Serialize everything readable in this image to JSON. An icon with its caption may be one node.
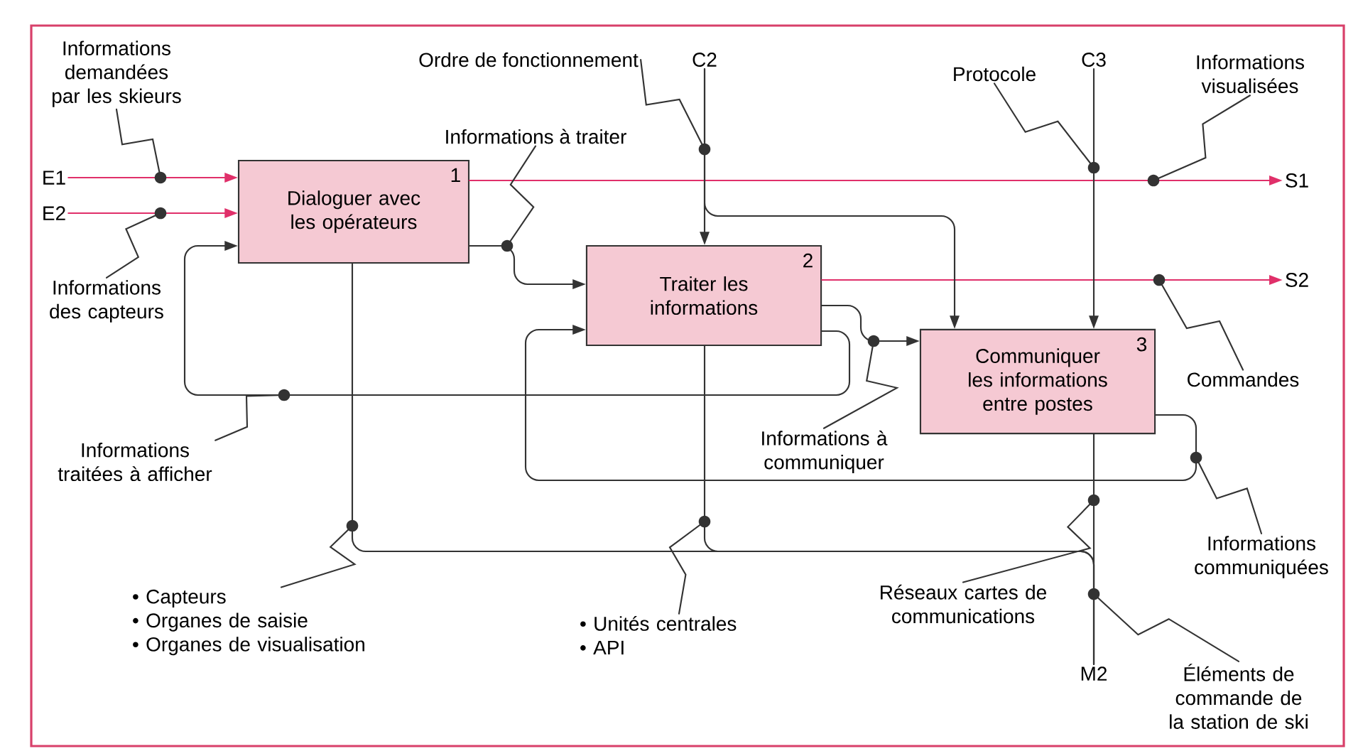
{
  "diagram": {
    "nodes": [
      {
        "text": [
          "Dialoguer avec les opérateurs",
          "1"
        ]
      },
      {
        "text": [
          "Traiter les informations",
          "2"
        ]
      },
      {
        "text": [
          "Communiquer les informations entre postes",
          "3"
        ]
      },
      {
        "text": [
          "E1"
        ]
      },
      {
        "text": [
          "E2"
        ]
      },
      {
        "text": [
          "S1"
        ]
      },
      {
        "text": [
          "S2"
        ]
      },
      {
        "text": [
          "C2"
        ]
      },
      {
        "text": [
          "C3"
        ]
      },
      {
        "text": [
          "M2"
        ]
      },
      {
        "text": [
          "Informations demandées par les skieurs"
        ]
      },
      {
        "text": [
          "Informations des capteurs"
        ]
      },
      {
        "text": [
          "Informations à traiter"
        ]
      },
      {
        "text": [
          "Ordre de fonctionnement"
        ]
      },
      {
        "text": [
          "Protocole"
        ]
      },
      {
        "text": [
          "Informations visualisées"
        ]
      },
      {
        "text": [
          "Commandes"
        ]
      },
      {
        "text": [
          "Informations à communiquer"
        ]
      },
      {
        "text": [
          "Informations traitées à afficher"
        ]
      },
      {
        "text": [
          "Informations communiquées"
        ]
      },
      {
        "text": [
          "• Capteurs",
          "• Organes de saisie",
          "• Organes de visualisation"
        ]
      },
      {
        "text": [
          "• Unités centrales",
          "• API"
        ]
      },
      {
        "text": [
          "Réseaux cartes de communications"
        ]
      },
      {
        "text": [
          "Éléments de commande de la station de ski"
        ]
      }
    ],
    "edges": [
      {
        "from": 3,
        "to": 0,
        "arrow": "to",
        "color": "#e0306a"
      },
      {
        "from": 4,
        "to": 0,
        "arrow": "to",
        "color": "#e0306a"
      },
      {
        "from": 0,
        "to": 5,
        "arrow": "to",
        "color": "#e0306a"
      },
      {
        "from": 0,
        "to": 1,
        "arrow": "to"
      },
      {
        "from": 1,
        "to": 6,
        "arrow": "to",
        "color": "#e0306a"
      },
      {
        "from": 1,
        "to": 2,
        "arrow": "to"
      },
      {
        "from": 1,
        "to": 0,
        "arrow": "to"
      },
      {
        "from": 2,
        "to": 1,
        "arrow": "to"
      },
      {
        "from": 7,
        "to": 1,
        "arrow": "to"
      },
      {
        "from": 7,
        "to": 2,
        "arrow": "to"
      },
      {
        "from": 8,
        "to": 2,
        "arrow": "to"
      },
      {
        "from": 9,
        "to": 0,
        "arrow": "none"
      },
      {
        "from": 9,
        "to": 1,
        "arrow": "none"
      },
      {
        "from": 9,
        "to": 2,
        "arrow": "none"
      },
      {
        "from": 10,
        "to": null,
        "arrow": "other"
      },
      {
        "from": 11,
        "to": null,
        "arrow": "other"
      },
      {
        "from": 12,
        "to": null,
        "arrow": "other"
      },
      {
        "from": 13,
        "to": null,
        "arrow": "other"
      },
      {
        "from": 14,
        "to": null,
        "arrow": "other"
      },
      {
        "from": 15,
        "to": null,
        "arrow": "other"
      },
      {
        "from": 16,
        "to": null,
        "arrow": "other"
      },
      {
        "from": 17,
        "to": null,
        "arrow": "other"
      },
      {
        "from": 18,
        "to": null,
        "arrow": "other"
      },
      {
        "from": 19,
        "to": null,
        "arrow": "other"
      },
      {
        "from": 20,
        "to": null,
        "arrow": "other"
      },
      {
        "from": 21,
        "to": null,
        "arrow": "other"
      },
      {
        "from": 22,
        "to": null,
        "arrow": "other"
      },
      {
        "from": 23,
        "to": null,
        "arrow": "other"
      }
    ]
  }
}
